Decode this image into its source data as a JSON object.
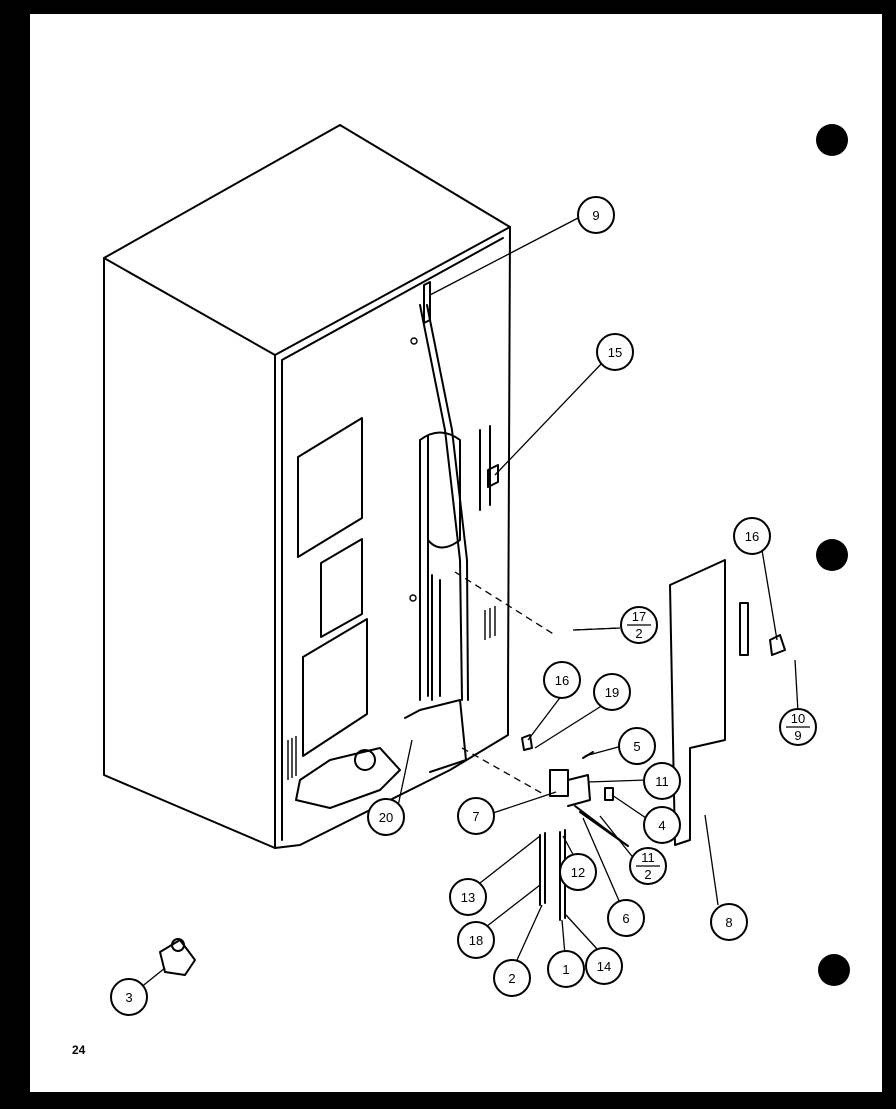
{
  "page_number": "24",
  "callouts": {
    "c9": "9",
    "c15": "15",
    "c16a": "16",
    "c17": {
      "top": "17",
      "bottom": "2"
    },
    "c16b": "16",
    "c19": "19",
    "c5": "5",
    "c11": "11",
    "c4": "4",
    "c7": "7",
    "c20": "20",
    "c11b": {
      "top": "11",
      "bottom": "2"
    },
    "c10": {
      "top": "10",
      "bottom": "9"
    },
    "c8": "8",
    "c13": "13",
    "c12": "12",
    "c6": "6",
    "c18": "18",
    "c2": "2",
    "c1": "1",
    "c14": "14",
    "c3": "3"
  }
}
